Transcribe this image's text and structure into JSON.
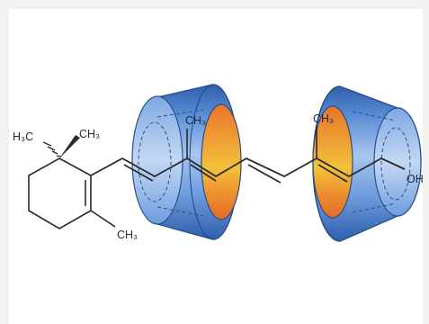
{
  "molecule": {
    "labels": {
      "me_upper_left": "H₃C",
      "me_upper_right": "CH₃",
      "me_lower": "CH₃",
      "me_chain_1": "CH₃",
      "me_chain_2": "CH₃",
      "hydroxyl": "OH"
    }
  },
  "colors": {
    "cone_blue": "#5d8fd6",
    "cone_blue_dark": "#2f5fae",
    "cone_blue_light": "#a9c6ee",
    "ring_orange": "#e8752a",
    "ring_yellow": "#f2c23a",
    "bond": "#2a2a2a"
  }
}
